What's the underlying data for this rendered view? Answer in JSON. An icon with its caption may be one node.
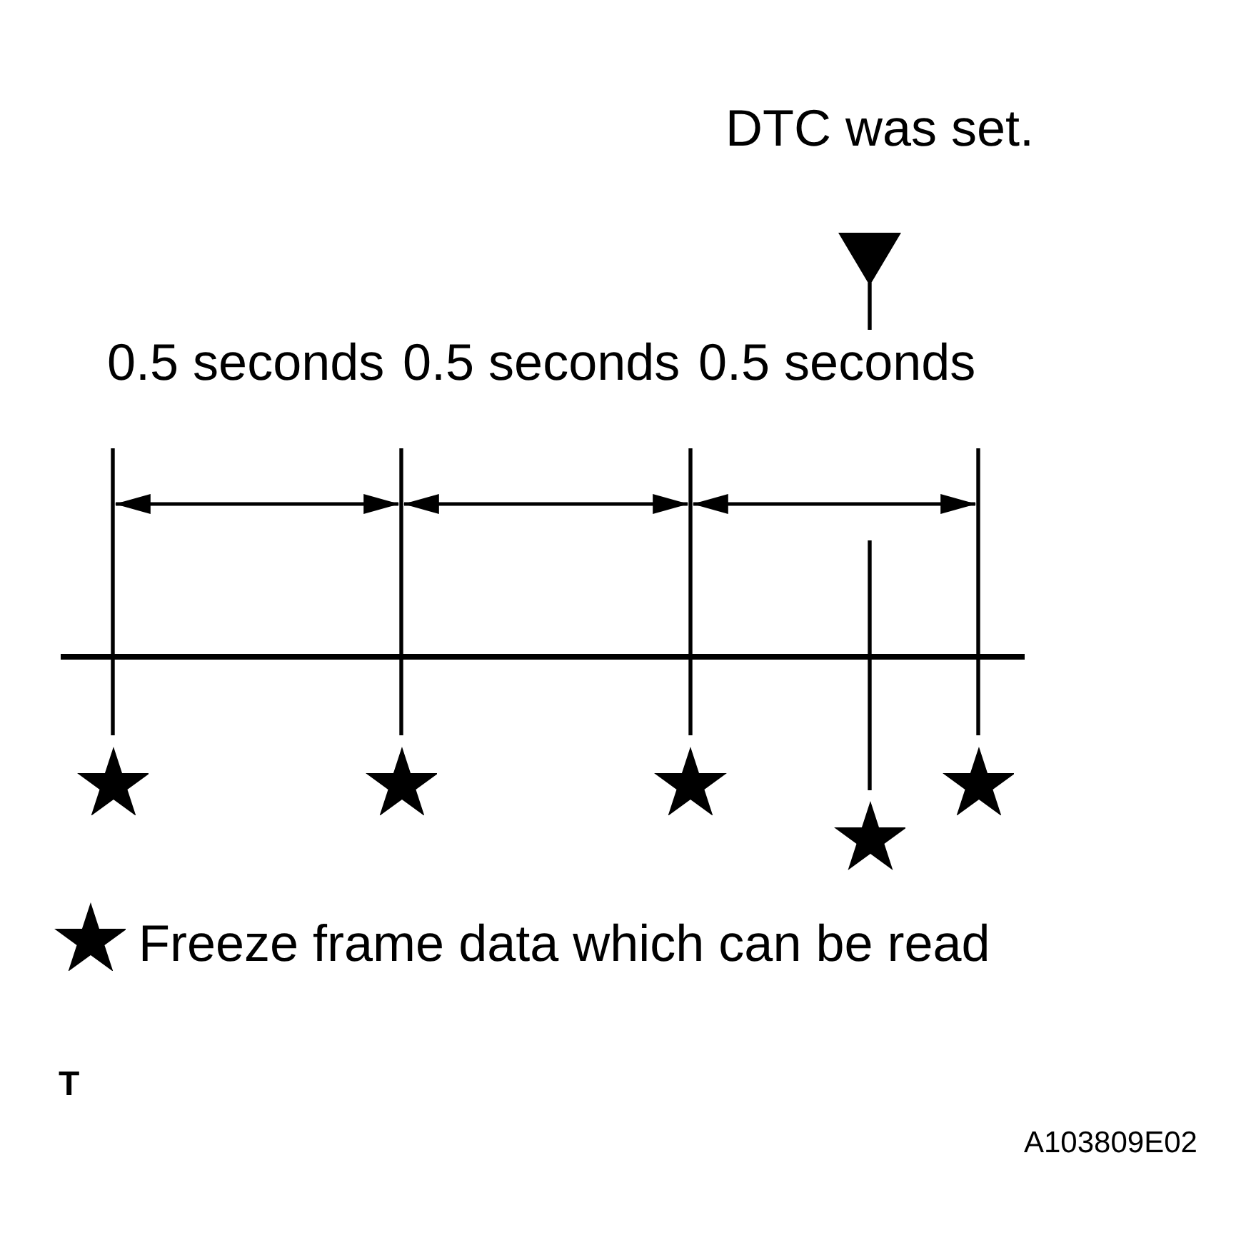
{
  "diagram": {
    "nodes": [
      {
        "text": [],
        "shape": "star"
      },
      {
        "text": [],
        "shape": "star"
      },
      {
        "text": [],
        "shape": "star"
      },
      {
        "text": [],
        "shape": "star"
      },
      {
        "text": [],
        "shape": "star"
      }
    ],
    "labels": [
      "DTC was set.",
      "0.5 seconds",
      "0.5 seconds",
      "0.5 seconds",
      "T",
      "A103809E02"
    ],
    "legend": [
      {
        "text": "Freeze frame data which can be read"
      }
    ]
  }
}
